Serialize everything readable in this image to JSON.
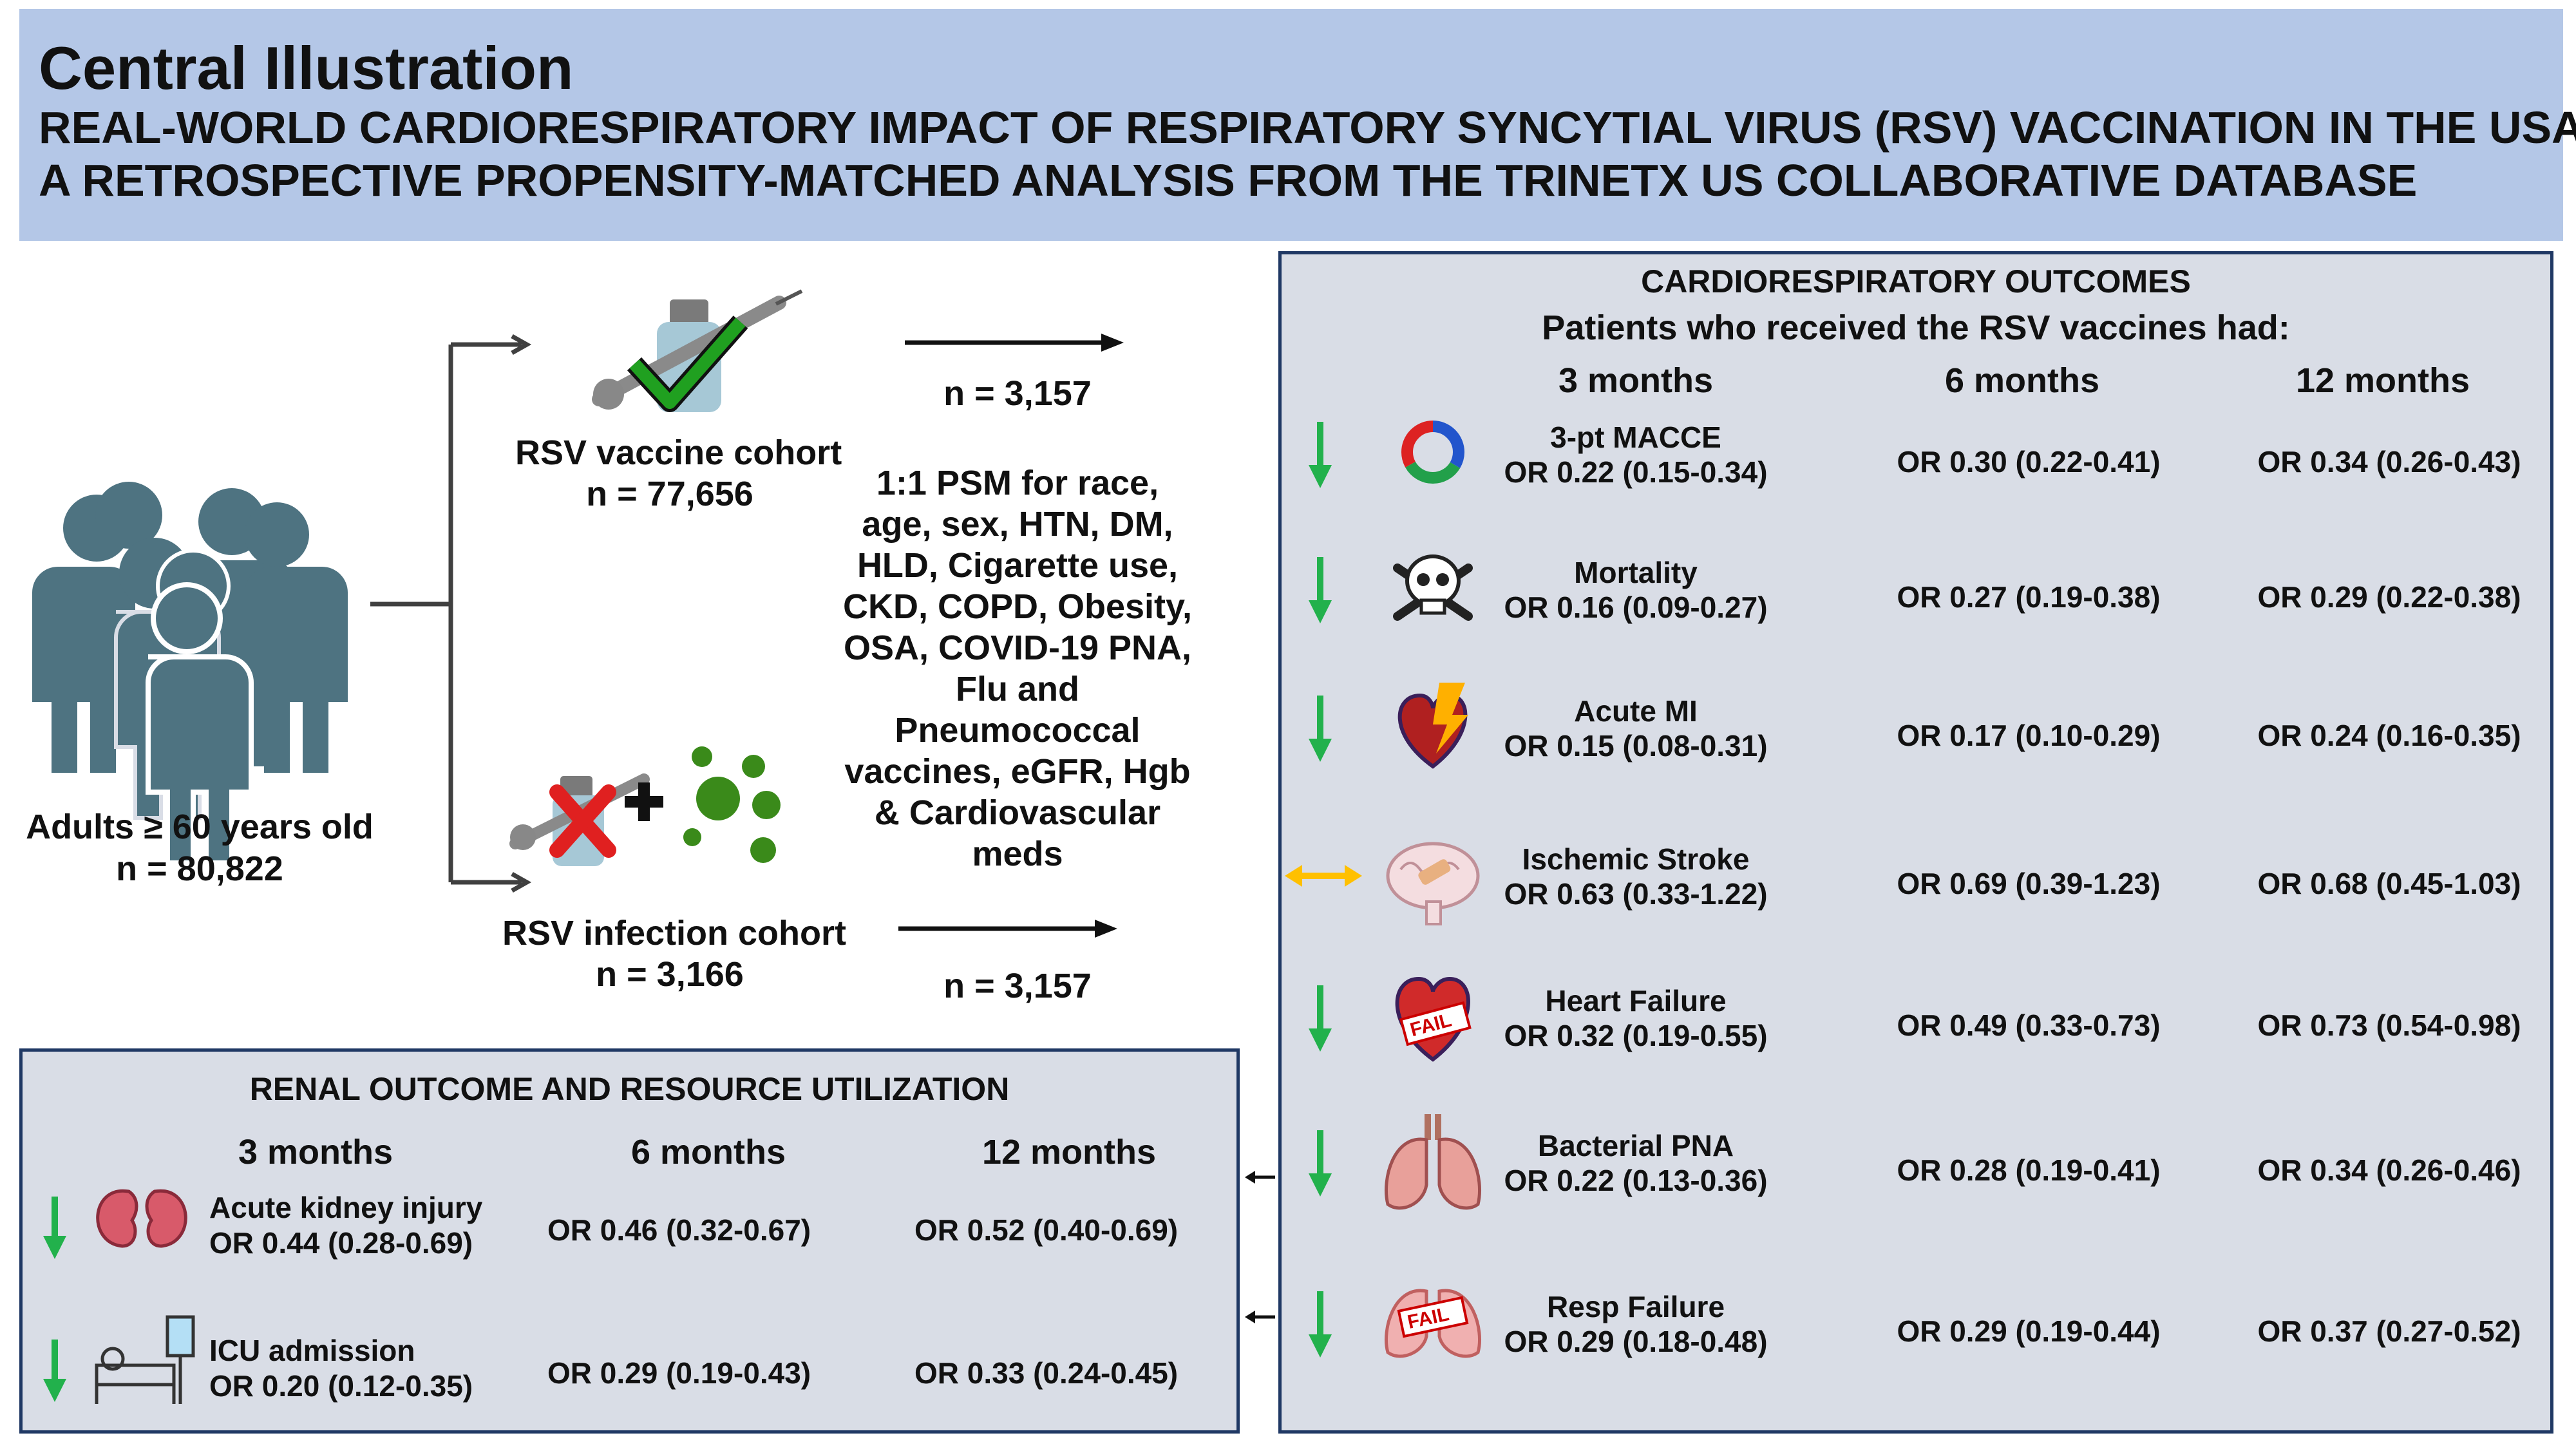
{
  "header": {
    "title": "Central Illustration",
    "subtitle_line1": "REAL-WORLD CARDIORESPIRATORY IMPACT OF RESPIRATORY SYNCYTIAL VIRUS (RSV) VACCINATION IN THE USA:",
    "subtitle_line2": "A RETROSPECTIVE PROPENSITY-MATCHED ANALYSIS FROM THE TRINETX US COLLABORATIVE DATABASE"
  },
  "population": {
    "label": "Adults ≥ 60 years old",
    "n": "n = 80,822"
  },
  "vaccine_cohort": {
    "label": "RSV vaccine cohort",
    "n": "n = 77,656",
    "matched_n": "n = 3,157"
  },
  "infection_cohort": {
    "label": "RSV infection cohort",
    "n": "n = 3,166",
    "matched_n": "n = 3,157"
  },
  "psm_text": [
    "1:1 PSM for race,",
    "age, sex, HTN, DM,",
    "HLD, Cigarette use,",
    "CKD, COPD, Obesity,",
    "OSA, COVID-19 PNA,",
    "Flu and",
    "Pneumococcal",
    "vaccines, eGFR, Hgb",
    "& Cardiovascular",
    "meds"
  ],
  "cardio": {
    "title": "CARDIORESPIRATORY OUTCOMES",
    "subtitle": "Patients who received the RSV vaccines had:",
    "columns": [
      "3 months",
      "6 months",
      "12 months"
    ],
    "rows": [
      {
        "name": "3-pt MACCE",
        "trend": "down",
        "icon": "macce-ring-icon",
        "or": [
          "OR 0.22 (0.15-0.34)",
          "OR 0.30 (0.22-0.41)",
          "OR 0.34 (0.26-0.43)"
        ]
      },
      {
        "name": "Mortality",
        "trend": "down",
        "icon": "skull-crossbones-icon",
        "or": [
          "OR 0.16 (0.09-0.27)",
          "OR 0.27 (0.19-0.38)",
          "OR 0.29 (0.22-0.38)"
        ]
      },
      {
        "name": "Acute MI",
        "trend": "down",
        "icon": "heart-lightning-icon",
        "or": [
          "OR 0.15 (0.08-0.31)",
          "OR 0.17 (0.10-0.29)",
          "OR 0.24 (0.16-0.35)"
        ]
      },
      {
        "name": "Ischemic Stroke",
        "trend": "neutral",
        "icon": "brain-bandage-icon",
        "or": [
          "OR 0.63 (0.33-1.22)",
          "OR 0.69 (0.39-1.23)",
          "OR 0.68 (0.45-1.03)"
        ]
      },
      {
        "name": "Heart Failure",
        "trend": "down",
        "icon": "heart-fail-icon",
        "fail_label": "FAIL",
        "or": [
          "OR 0.32 (0.19-0.55)",
          "OR 0.49 (0.33-0.73)",
          "OR 0.73 (0.54-0.98)"
        ]
      },
      {
        "name": "Bacterial PNA",
        "trend": "down",
        "icon": "lungs-icon",
        "or": [
          "OR 0.22 (0.13-0.36)",
          "OR 0.28 (0.19-0.41)",
          "OR 0.34 (0.26-0.46)"
        ]
      },
      {
        "name": "Resp Failure",
        "trend": "down",
        "icon": "lungs-fail-icon",
        "fail_label": "FAIL",
        "or": [
          "OR 0.29 (0.18-0.48)",
          "OR 0.29 (0.19-0.44)",
          "OR 0.37 (0.27-0.52)"
        ]
      }
    ]
  },
  "renal": {
    "title": "RENAL OUTCOME AND RESOURCE UTILIZATION",
    "columns": [
      "3 months",
      "6 months",
      "12 months"
    ],
    "rows": [
      {
        "name": "Acute kidney injury",
        "trend": "down",
        "icon": "kidneys-icon",
        "or": [
          "OR 0.44 (0.28-0.69)",
          "OR 0.46 (0.32-0.67)",
          "OR 0.52 (0.40-0.69)"
        ]
      },
      {
        "name": "ICU admission",
        "trend": "down",
        "icon": "icu-bed-icon",
        "or": [
          "OR 0.20 (0.12-0.35)",
          "OR 0.29 (0.19-0.43)",
          "OR 0.33 (0.24-0.45)"
        ]
      }
    ]
  },
  "colors": {
    "header_bg": "#b4c7e7",
    "box_bg": "#d9dde6",
    "box_border": "#1f3864",
    "people": "#4e7381",
    "down_arrow": "#22b14c",
    "neutral_arrow": "#ffc000",
    "check": "#20a020",
    "cross": "#e02020",
    "virus": "#3a8a1a"
  }
}
